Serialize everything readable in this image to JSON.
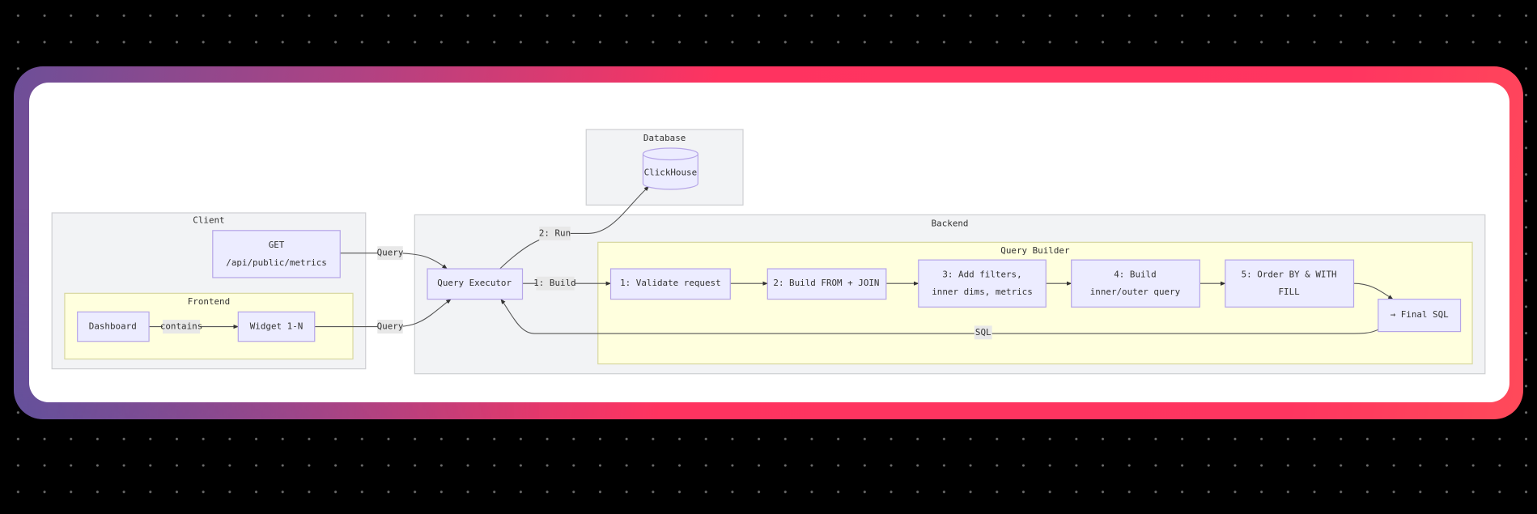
{
  "clusters": {
    "database": "Database",
    "client": "Client",
    "frontend": "Frontend",
    "backend": "Backend",
    "query_builder": "Query Builder"
  },
  "nodes": {
    "clickhouse": "ClickHouse",
    "get_line1": "GET",
    "get_line2": "/api/public/metrics",
    "dashboard": "Dashboard",
    "widget": "Widget 1-N",
    "query_executor": "Query Executor",
    "validate": "1: Validate request",
    "build_from": "2: Build FROM + JOIN",
    "add_filters_line1": "3: Add filters,",
    "add_filters_line2": "inner dims, metrics",
    "build_query_line1": "4: Build",
    "build_query_line2": "inner/outer query",
    "order_by_line1": "5: Order BY & WITH",
    "order_by_line2": "FILL",
    "final_sql": "→ Final SQL"
  },
  "edges": {
    "get_query": "Query",
    "widget_query": "Query",
    "contains": "contains",
    "build": "1: Build",
    "run": "2: Run",
    "sql": "SQL"
  },
  "icons": {
    "database": "cylinder-icon"
  },
  "colors": {
    "node_fill": "#ececff",
    "node_stroke": "#b6a6e8",
    "cluster_fill": "#f2f3f5",
    "subcluster_fill": "#ffffde",
    "frame_left": "#6d4f98",
    "frame_right": "#ff3560"
  }
}
